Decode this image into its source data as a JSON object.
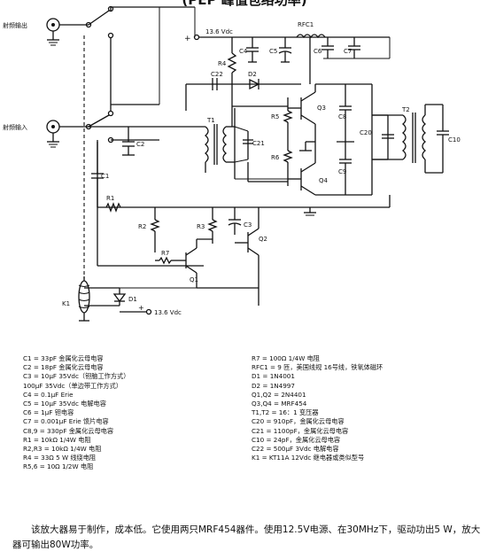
{
  "title": "(PEP 峰值包络功率)",
  "labels": {
    "rf_out": "射频输出",
    "rf_in": "射频输入",
    "supply_top": "13.6 Vdc",
    "supply_bottom": "13.6 Vdc",
    "C1": "C1",
    "C2": "C2",
    "C3": "C3",
    "C4": "C4",
    "C5": "C5",
    "C6": "C6",
    "C7": "C7",
    "C8": "C8",
    "C9": "C9",
    "C10": "C10",
    "C20": "C20",
    "C21": "C21",
    "C22": "C22",
    "R1": "R1",
    "R2": "R2",
    "R3": "R3",
    "R4": "R4",
    "R5": "R5",
    "R6": "R6",
    "R7": "R7",
    "RFC1": "RFC1",
    "D1": "D1",
    "D2": "D2",
    "Q1": "Q1",
    "Q2": "Q2",
    "Q3": "Q3",
    "Q4": "Q4",
    "T1": "T1",
    "T2": "T2",
    "K1": "K1",
    "plus": "+"
  },
  "parts_left": [
    "C1 = 33pF 金属化云母电容",
    "C2 = 18pF 金属化云母电容",
    "C3 = 10μF 35Vdc（钽脑工作方式）",
    "100μF 35Vdc（单边带工作方式）",
    "C4 = 0.1μF Erie",
    "C5 = 10μF 35Vdc 电解电容",
    "C6 = 1μF 钽电容",
    "C7 = 0.001μF Erie 馈片电容",
    "C8,9 = 330pF 金属化云母电容",
    "R1 = 10kΩ 1/4W 电阻",
    "R2,R3 = 10kΩ 1/4W 电阻",
    "R4 = 33Ω 5 W 线绕电阻",
    "R5,6 = 10Ω 1/2W 电阻"
  ],
  "parts_right": [
    "R7 = 100Ω 1/4W 电阻",
    "RFC1 = 9 匝，美国线规 16号线，铁氧体磁环",
    "D1 = 1N4001",
    "D2 = 1N4997",
    "Q1,Q2 = 2N4401",
    "Q3,Q4 = MRF454",
    "T1,T2 = 16：1 变压器",
    "C20 = 910pF，金属化云母电容",
    "C21 = 1100pF，金属化云母电容",
    "C10 = 24pF，金属化云母电容",
    "C22 = 500μF 3Vdc 电解电容",
    "K1 = KT11A 12Vdc 继电器或类似型号"
  ],
  "caption": "该放大器易于制作，成本低。它使用两只MRF454器件。使用12.5V电源、在30MHz下，驱动功出5 W，放大器可输出80W功率。"
}
